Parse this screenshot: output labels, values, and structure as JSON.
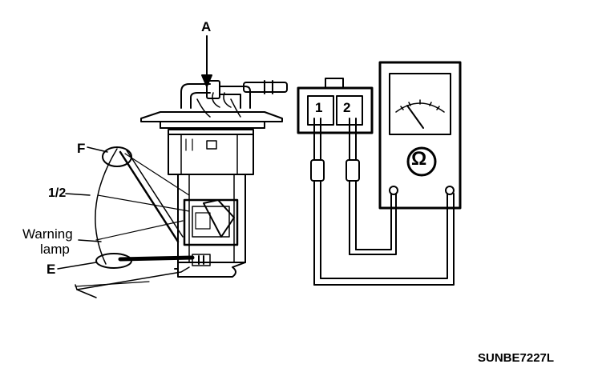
{
  "labels": {
    "a": "A",
    "f": "F",
    "half": "1/2",
    "warning_line1": "Warning",
    "warning_line2": "lamp",
    "e": "E",
    "pin1": "1",
    "pin2": "2",
    "ohm": "Ω",
    "figure_code": "SUNBE7227L"
  },
  "icons": {
    "meter": "ohmmeter-icon",
    "connector": "two-pin-connector-icon"
  },
  "colors": {
    "ink": "#000000",
    "background": "#ffffff"
  }
}
